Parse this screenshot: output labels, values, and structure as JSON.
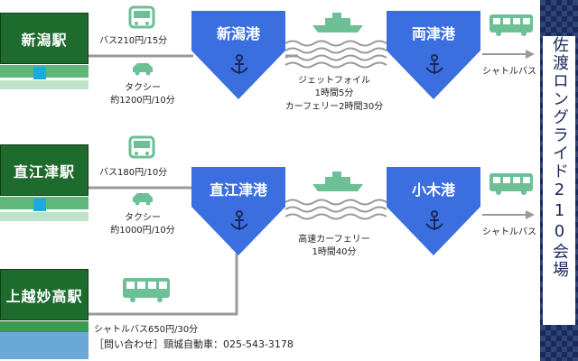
{
  "stations": {
    "niigata": "新潟駅",
    "naoetsu": "直江津駅",
    "joetsumyoko": "上越妙高駅"
  },
  "ports": {
    "niigata": "新潟港",
    "ryotsu": "両津港",
    "naoetsu": "直江津港",
    "ogi": "小木港"
  },
  "routes": {
    "niigata_bus": "バス210円/15分",
    "niigata_taxi_label": "タクシー",
    "niigata_taxi_fare": "約1200円/10分",
    "niigata_ferry_jetfoil": "ジェットフォイル",
    "niigata_ferry_jetfoil_time": "1時間5分",
    "niigata_ferry_car": "カーフェリー2時間30分",
    "ryotsu_shuttle": "シャトルバス",
    "naoetsu_bus": "バス180円/10分",
    "naoetsu_taxi_label": "タクシー",
    "naoetsu_taxi_fare": "約1000円/10分",
    "naoetsu_ferry": "高速カーフェリー",
    "naoetsu_ferry_time": "1時間40分",
    "ogi_shuttle": "シャトルバス",
    "joetsu_shuttle": "シャトルバス650円/30分",
    "contact": "［問い合わせ］頸城自動車：025-543-3178"
  },
  "banner": {
    "title": "佐渡ロングライド210会場"
  },
  "colors": {
    "station_green": "#1e6b2e",
    "port_blue": "#3b6fe0",
    "line_gray": "#9a9a9a",
    "vehicle_green": "#6dbf95",
    "banner_navy": "#1b2a5a"
  },
  "icons": [
    "bus-icon",
    "taxi-icon",
    "ferry-icon",
    "anchor-icon",
    "shuttle-bus-icon",
    "wave-icon"
  ]
}
